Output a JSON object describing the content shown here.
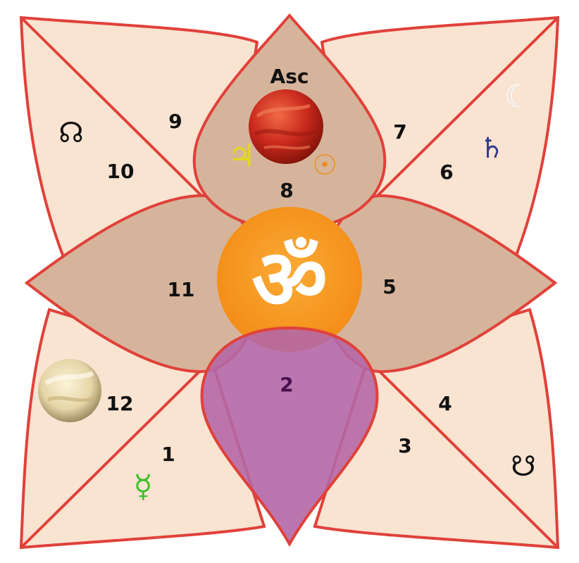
{
  "colors": {
    "outline": "#e0413a",
    "outer_fill": "#f9e3d1",
    "petal_fill": "#d6b49b",
    "center_orange": "#f5941f",
    "bottom_petal": "#b567a6",
    "house_2_text": "#4a1050",
    "sun": "#f08c1a",
    "jupiter": "#e3d81f",
    "saturn": "#2f3a8c",
    "mercury": "#3cbf2b",
    "node": "#111111",
    "moon": "#ffffff"
  },
  "center": {
    "symbol": "ॐ",
    "icon": "om-symbol"
  },
  "ascendant_label": "Asc",
  "houses": [
    {
      "number": "1"
    },
    {
      "number": "2"
    },
    {
      "number": "3"
    },
    {
      "number": "4"
    },
    {
      "number": "5"
    },
    {
      "number": "6"
    },
    {
      "number": "7"
    },
    {
      "number": "8"
    },
    {
      "number": "9"
    },
    {
      "number": "10"
    },
    {
      "number": "11"
    },
    {
      "number": "12"
    }
  ],
  "planets": {
    "mars": {
      "icon": "mars-planet-image"
    },
    "venus": {
      "icon": "venus-planet-image"
    },
    "jupiter": {
      "glyph": "♃"
    },
    "sun": {
      "glyph": "☉"
    },
    "moon": {
      "glyph": "☾"
    },
    "saturn": {
      "glyph": "♄"
    },
    "rahu": {
      "glyph": "☊"
    },
    "ketu": {
      "glyph": "☋"
    },
    "mercury": {
      "glyph": "☿"
    }
  }
}
